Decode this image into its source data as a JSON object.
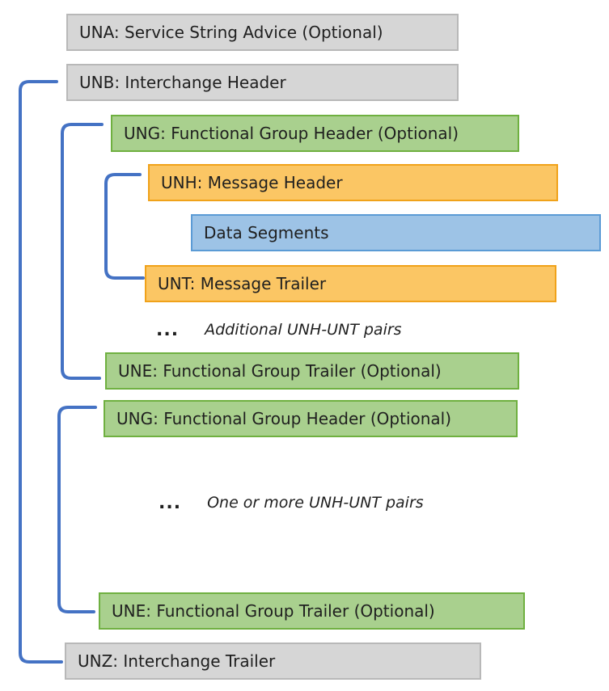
{
  "colors": {
    "bracket": "#4472c4",
    "gray": "#d6d6d6",
    "green": "#a9d08e",
    "orange": "#fbc664",
    "blue": "#9dc3e6"
  },
  "segments": {
    "una": "UNA: Service String Advice (Optional)",
    "unb": "UNB: Interchange Header",
    "ung_1": "UNG: Functional Group Header (Optional)",
    "unh": "UNH: Message Header",
    "data": "Data Segments",
    "unt": "UNT: Message Trailer",
    "une_1": "UNE: Functional Group Trailer (Optional)",
    "ung_2": "UNG: Functional Group Header (Optional)",
    "une_2": "UNE: Functional Group Trailer (Optional)",
    "unz": "UNZ: Interchange Trailer"
  },
  "notes": {
    "ellipsis": "...",
    "additional_pairs": "Additional UNH-UNT pairs",
    "one_or_more_pairs": "One or more UNH-UNT pairs"
  }
}
